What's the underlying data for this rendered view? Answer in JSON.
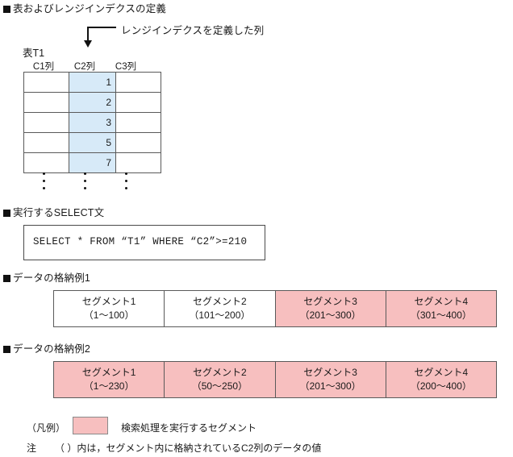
{
  "sections": {
    "definition": "表およびレンジインデクスの定義",
    "select": "実行するSELECT文",
    "example1": "データの格納例1",
    "example2": "データの格納例2"
  },
  "annotation": {
    "label": "レンジインデクスを定義した列"
  },
  "table": {
    "name": "表T1",
    "columns": [
      "C1列",
      "C2列",
      "C3列"
    ],
    "highlight_column": "C2列",
    "highlight_color": "#d7eaf8",
    "rows": [
      {
        "c1": "",
        "c2": "1",
        "c3": ""
      },
      {
        "c1": "",
        "c2": "2",
        "c3": ""
      },
      {
        "c1": "",
        "c2": "3",
        "c3": ""
      },
      {
        "c1": "",
        "c2": "5",
        "c3": ""
      },
      {
        "c1": "",
        "c2": "7",
        "c3": ""
      }
    ],
    "continuation": "⋮"
  },
  "sql": {
    "statement": "SELECT * FROM “T1” WHERE “C2”>=210"
  },
  "example1": {
    "segments": [
      {
        "name": "セグメント1",
        "range": "（1〜100）",
        "highlighted": false
      },
      {
        "name": "セグメント2",
        "range": "（101〜200）",
        "highlighted": false
      },
      {
        "name": "セグメント3",
        "range": "（201〜300）",
        "highlighted": true
      },
      {
        "name": "セグメント4",
        "range": "（301〜400）",
        "highlighted": true
      }
    ]
  },
  "example2": {
    "segments": [
      {
        "name": "セグメント1",
        "range": "（1〜230）",
        "highlighted": true
      },
      {
        "name": "セグメント2",
        "range": "（50〜250）",
        "highlighted": true
      },
      {
        "name": "セグメント3",
        "range": "（201〜300）",
        "highlighted": true
      },
      {
        "name": "セグメント4",
        "range": "（200〜400）",
        "highlighted": true
      }
    ]
  },
  "legend": {
    "label": "（凡例）",
    "swatch_color": "#f7bfbf",
    "text": "検索処理を実行するセグメント"
  },
  "note": {
    "label": "注",
    "text": "（  ）内は，セグメント内に格納されているC2列のデータの値"
  }
}
